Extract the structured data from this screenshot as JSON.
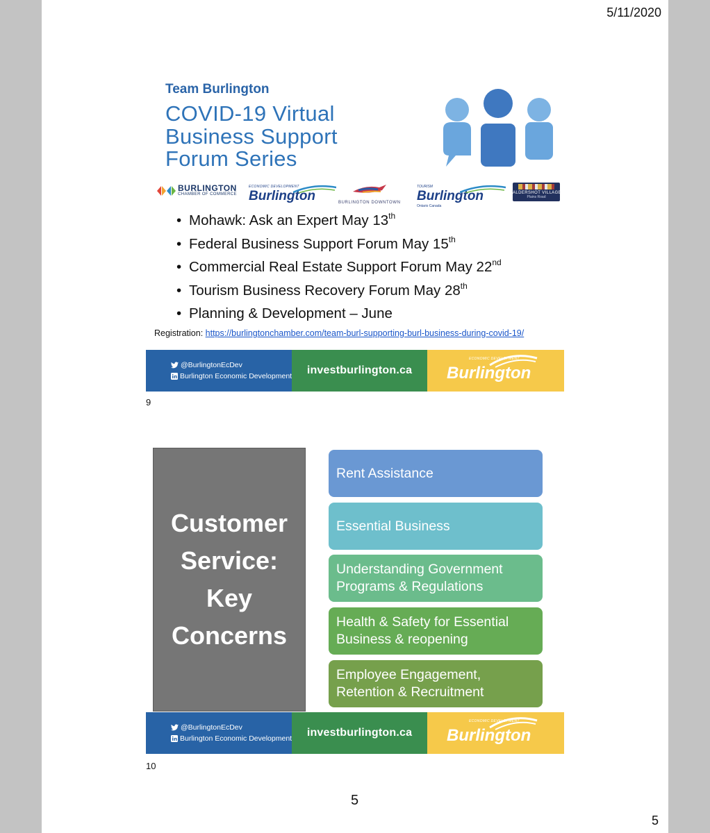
{
  "header": {
    "date": "5/11/2020"
  },
  "slide9": {
    "team_label": "Team Burlington",
    "title_lines": [
      "COVID-19 Virtual",
      "Business Support",
      "Forum Series"
    ],
    "logos": {
      "chamber_name": "BURLINGTON",
      "chamber_sub": "CHAMBER OF COMMERCE",
      "ed_tag": "ECONOMIC DEVELOPMENT",
      "ed_brand": "Burlington",
      "downtown": "BURLINGTON DOWNTOWN",
      "tourism_tag": "TOURISM",
      "tourism_brand": "Burlington",
      "tourism_sub": "Ontario Canada",
      "aldershot": "ALDERSHOT VILLAGE",
      "aldershot_sub": "Plains Road"
    },
    "bullets": [
      {
        "text": "Mohawk: Ask an Expert May 13",
        "sup": "th"
      },
      {
        "text": "Federal Business Support Forum May 15",
        "sup": "th"
      },
      {
        "text": "Commercial Real Estate Support Forum May 22",
        "sup": "nd"
      },
      {
        "text": "Tourism Business Recovery Forum May 28",
        "sup": "th"
      },
      {
        "text": "Planning & Development – June",
        "sup": ""
      }
    ],
    "registration_label": "Registration: ",
    "registration_link": "https://burlingtonchamber.com/team-burl-supporting-burl-business-during-covid-19/",
    "slide_number": "9"
  },
  "banner": {
    "twitter": "@BurlingtonEcDev",
    "linkedin": "Burlington Economic Development",
    "site": "investburlington.ca",
    "ed_tag": "ECONOMIC DEVELOPMENT",
    "brand": "Burlington"
  },
  "slide10": {
    "heading_lines": [
      "Customer",
      "Service:",
      "Key",
      "Concerns"
    ],
    "items": [
      "Rent Assistance",
      "Essential Business",
      "Understanding Government Programs & Regulations",
      "Health & Safety for Essential Business & reopening",
      "Employee Engagement, Retention & Recruitment"
    ],
    "slide_number": "10"
  },
  "footer": {
    "center_page": "5",
    "corner_page": "5"
  }
}
